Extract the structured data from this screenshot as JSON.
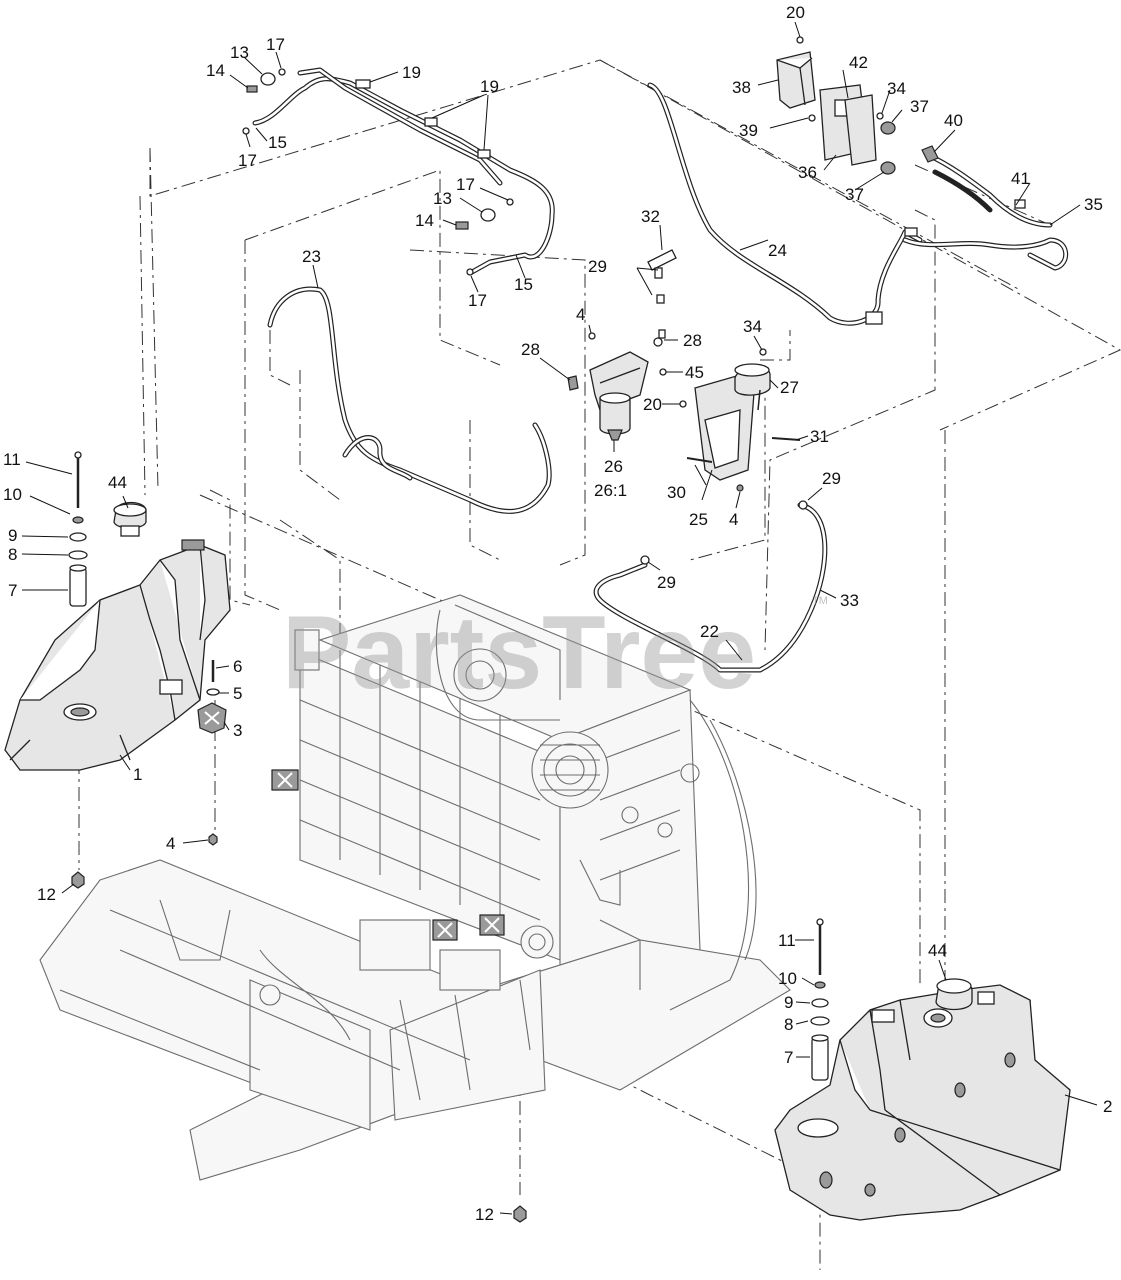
{
  "watermark": {
    "text": "PartsTree",
    "trademark": "TM"
  },
  "callouts": {
    "c1": "1",
    "c2": "2",
    "c3": "3",
    "c4a": "4",
    "c4b": "4",
    "c4c": "4",
    "c5": "5",
    "c6": "6",
    "c7a": "7",
    "c7b": "7",
    "c8a": "8",
    "c8b": "8",
    "c9a": "9",
    "c9b": "9",
    "c10a": "10",
    "c10b": "10",
    "c11a": "11",
    "c11b": "11",
    "c12a": "12",
    "c12b": "12",
    "c13a": "13",
    "c13b": "13",
    "c14a": "14",
    "c14b": "14",
    "c15a": "15",
    "c15b": "15",
    "c17a": "17",
    "c17b": "17",
    "c17c": "17",
    "c17d": "17",
    "c19a": "19",
    "c19b": "19",
    "c20a": "20",
    "c20b": "20",
    "c22": "22",
    "c23": "23",
    "c24": "24",
    "c25": "25",
    "c26": "26",
    "c26sub": "26:1",
    "c27": "27",
    "c28a": "28",
    "c28b": "28",
    "c29a": "29",
    "c29b": "29",
    "c29c": "29",
    "c30": "30",
    "c31": "31",
    "c32": "32",
    "c33": "33",
    "c34a": "34",
    "c34b": "34",
    "c35": "35",
    "c36": "36",
    "c37a": "37",
    "c37b": "37",
    "c38": "38",
    "c39": "39",
    "c40": "40",
    "c41": "41",
    "c42": "42",
    "c44a": "44",
    "c44b": "44",
    "c45": "45"
  }
}
